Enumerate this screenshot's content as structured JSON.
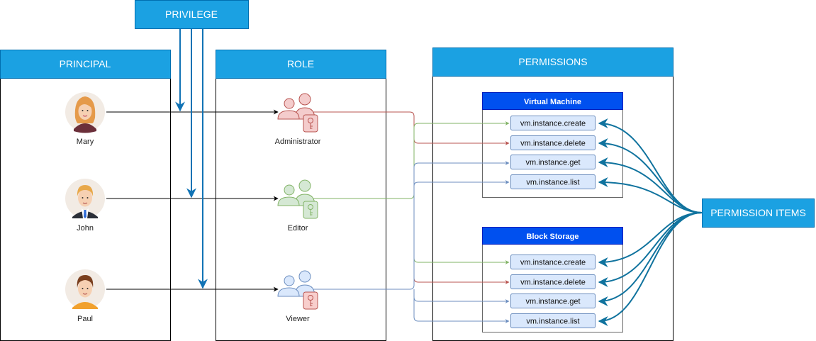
{
  "headers": {
    "privilege": "PRIVILEGE",
    "principal": "PRINCIPAL",
    "role": "ROLE",
    "permissions": "PERMISSIONS",
    "permission_items": "PERMISSION ITEMS"
  },
  "principals": [
    {
      "name": "Mary",
      "hair": "#e59a4a",
      "shirt": "#6b2f3a"
    },
    {
      "name": "John",
      "hair": "#e8a84a",
      "shirt": "#2b2f38"
    },
    {
      "name": "Paul",
      "hair": "#7a3f1e",
      "shirt": "#f1a12e"
    }
  ],
  "roles": [
    {
      "name": "Administrator",
      "color": "#e06666",
      "fill": "#f4cccc"
    },
    {
      "name": "Editor",
      "color": "#6aa84f",
      "fill": "#d9ead3"
    },
    {
      "name": "Viewer",
      "color": "#6c8ebf",
      "fill": "#dae8fc"
    }
  ],
  "groups": [
    {
      "title": "Virtual Machine",
      "items": [
        "vm.instance.create",
        "vm.instance.delete",
        "vm.instance.get",
        "vm.instance.list"
      ]
    },
    {
      "title": "Block Storage",
      "items": [
        "vm.instance.create",
        "vm.instance.delete",
        "vm.instance.get",
        "vm.instance.list"
      ]
    }
  ],
  "colors": {
    "header": "#1ba1e2",
    "header_border": "#006eaf",
    "group_title": "#0050ef",
    "item_fill": "#dae8fc",
    "item_border": "#6c8ebf",
    "item_arrow": "#10739e",
    "edge_red": "#b85450",
    "edge_green": "#82b366",
    "edge_blue": "#6c8ebf"
  }
}
